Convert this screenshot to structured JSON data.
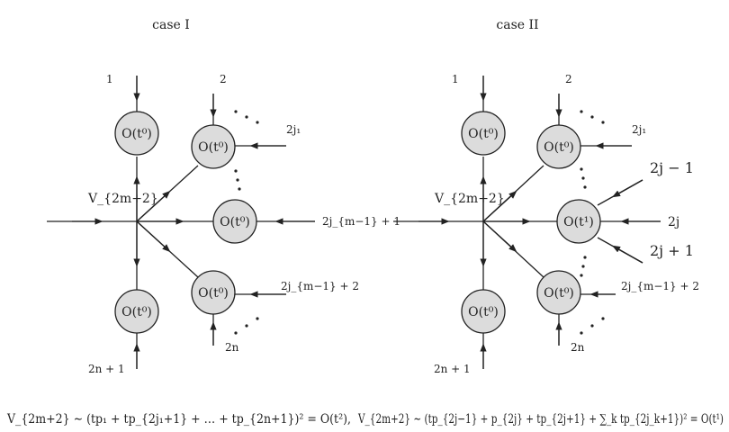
{
  "case1": {
    "title": "case I",
    "vertex_label": "V_{2m+2}",
    "nodes": {
      "top": "O(t⁰)",
      "upper_right": "O(t⁰)",
      "middle_right": "O(t⁰)",
      "lower_right": "O(t⁰)",
      "bottom": "O(t⁰)"
    },
    "leg_labels": {
      "l1": "1",
      "l2": "2",
      "l2j1": "2j₁",
      "l2jm1p1": "2j_{m−1} + 1",
      "l2jm1p2": "2j_{m−1} + 2",
      "l2n": "2n",
      "l2np1": "2n + 1"
    },
    "equation": "V_{2m+2} ∼ (tp₁ + tp_{2j₁+1} + … + tp_{2n+1})² = O(t²),"
  },
  "case2": {
    "title": "case II",
    "vertex_label": "V_{2m+2}",
    "nodes": {
      "top": "O(t⁰)",
      "upper_right": "O(t⁰)",
      "middle_right": "O(t¹)",
      "lower_right": "O(t⁰)",
      "bottom": "O(t⁰)"
    },
    "leg_labels": {
      "l1": "1",
      "l2": "2",
      "l2j1": "2j₁",
      "l2jm1": "2j − 1",
      "l2j": "2j",
      "l2jp1": "2j + 1",
      "l2jm1p2": "2j_{m−1} + 2",
      "l2n": "2n",
      "l2np1": "2n + 1"
    },
    "equation": "V_{2m+2} ∼ (tp_{2j−1} + p_{2j} + tp_{2j+1} + ∑_k tp_{2j_k+1})² = O(t¹)"
  }
}
